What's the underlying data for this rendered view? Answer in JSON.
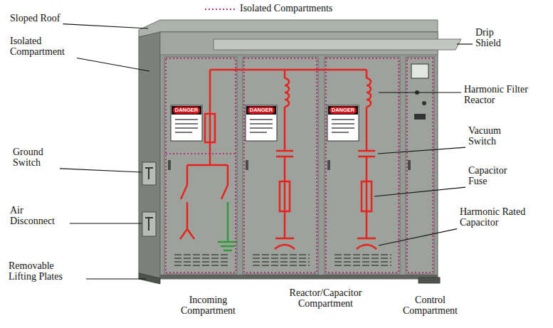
{
  "diagram": {
    "labels": [
      "Sloped Roof",
      "Isolated Compartment",
      "Ground Switch",
      "Air Disconnect",
      "Removable Lifting Plates",
      "Drip Shield",
      "Harmonic Filter Reactor",
      "Vacuum Switch",
      "Capacitor Fuse",
      "Harmonic Rated Capacitor",
      "Incoming Compartment",
      "Reactor/Capacitor Compartment",
      "Control Compartment",
      "DANGER",
      "DANGER",
      "DANGER"
    ],
    "legend": [
      {
        "text": "Isolated Compartments"
      }
    ]
  }
}
